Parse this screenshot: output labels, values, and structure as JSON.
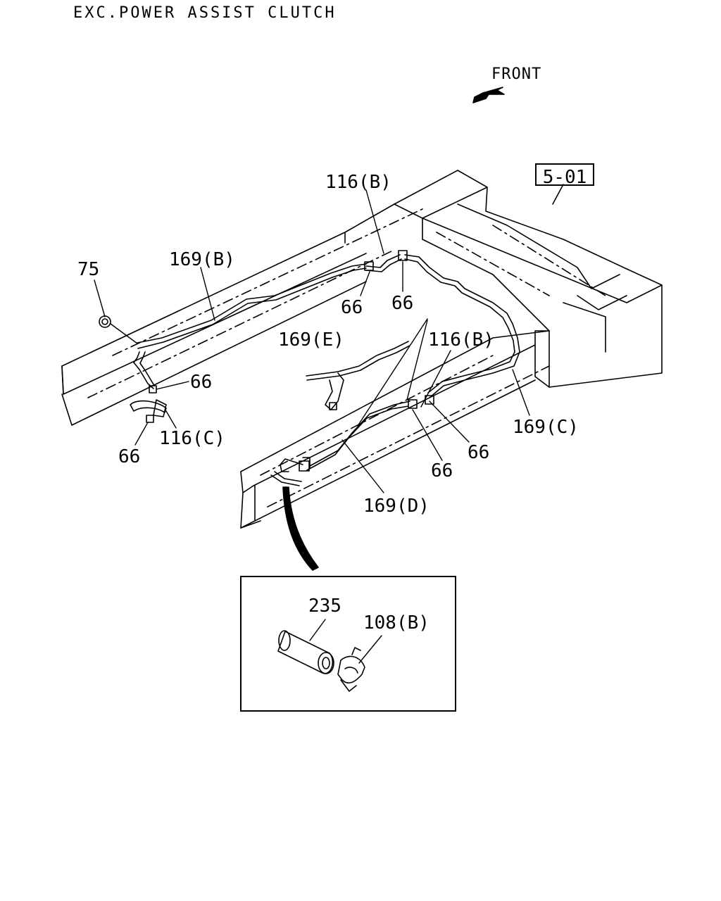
{
  "header": {
    "title": "EXC.POWER ASSIST CLUTCH"
  },
  "orientation": {
    "label": "FRONT"
  },
  "reference": {
    "code": "5-01"
  },
  "callouts": {
    "c75": "75",
    "c169B": "169(B)",
    "c116B_top": "116(B)",
    "c66_a": "66",
    "c66_b": "66",
    "c66_left": "66",
    "c116C": "116(C)",
    "c66_lower_left": "66",
    "c169E": "169(E)",
    "c116B_mid": "116(B)",
    "c169C": "169(C)",
    "c66_mid1": "66",
    "c66_mid2": "66",
    "c169D": "169(D)"
  },
  "detail": {
    "c235": "235",
    "c108B": "108(B)"
  }
}
